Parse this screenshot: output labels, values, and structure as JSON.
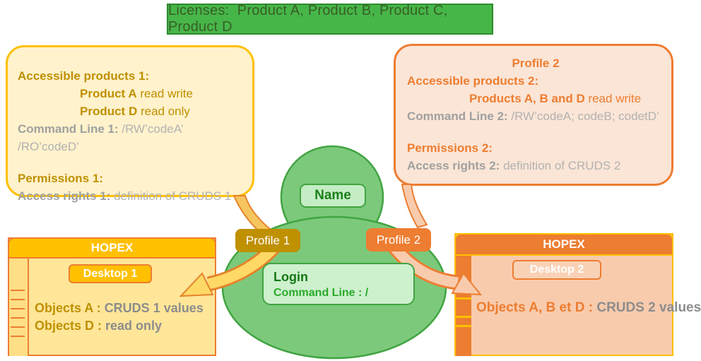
{
  "banner": {
    "text": "Licenses:  Product A, Product B, Product C, Product D"
  },
  "profile1_card": {
    "title": "Accessible products 1:",
    "row1_product": "Product A",
    "row1_access": " read write",
    "row2_product": "Product D",
    "row2_access": " read only",
    "cmd_label": "Command Line 1: ",
    "cmd_value": "/RW’codeA’ /RO’codeD’",
    "permissions_title": "Permissions 1:",
    "rights_label": "Access rights 1: ",
    "rights_value": "definition of CRUDS 1"
  },
  "profile2_card": {
    "title": "Profile 2",
    "subtitle": "Accessible products 2:",
    "row1_product": "Products A, B and D",
    "row1_access": " read write",
    "cmd_label": "Command Line 2: ",
    "cmd_value": "/RW’codeA; codeB; codetD’",
    "permissions_title": "Permissions 2:",
    "rights_label": "Access rights 2: ",
    "rights_value": "definition of CRUDS 2"
  },
  "person": {
    "name_label": "Name",
    "login_label": "Login",
    "command_line": "Command Line : /",
    "profile1_badge": "Profile 1",
    "profile2_badge": "Profile 2"
  },
  "hopex1": {
    "title": "HOPEX",
    "desktop_badge": "Desktop 1",
    "line1_label": "Objects A",
    "line1_sep": " : ",
    "line1_value": "CRUDS 1 values",
    "line2_label": "Objects D",
    "line2_sep": " : ",
    "line2_value": "read only"
  },
  "hopex2": {
    "title": "HOPEX",
    "desktop_badge": "Desktop 2",
    "line1_label": "Objects A, B et D",
    "line1_sep": " : ",
    "line1_value": "CRUDS 2 values"
  },
  "colors": {
    "green": "#47B649",
    "green_dark": "#2E8B2E",
    "green_text": "#375E26",
    "person_green": "#7CC97C",
    "person_border": "#41A441",
    "gold": "#FFC000",
    "gold_dark": "#BF9000",
    "gold_light": "#FFE699",
    "cream": "#FFF2CC",
    "orange": "#ED7D31",
    "peach": "#F8CBAD",
    "peach_light": "#FBE5D6",
    "gray_label": "#A0A0A0",
    "gray_value": "#8C8C8C"
  }
}
